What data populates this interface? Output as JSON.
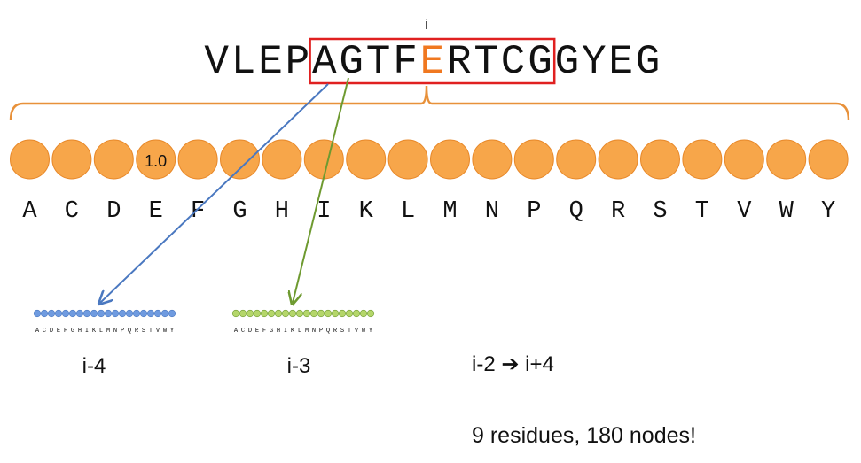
{
  "position_marker": "i",
  "sequence": "VLEPAGTFERTCGGYEG",
  "highlight_char_index": 8,
  "window_start_index": 4,
  "window_end_index": 12,
  "node_value_label": "1.0",
  "node_value_index": 3,
  "amino_acids": [
    "A",
    "C",
    "D",
    "E",
    "F",
    "G",
    "H",
    "I",
    "K",
    "L",
    "M",
    "N",
    "P",
    "Q",
    "R",
    "S",
    "T",
    "V",
    "W",
    "Y"
  ],
  "small_encodings": [
    {
      "label": "i-4",
      "letters": "ACDEFGHIKLMNPQRSTVWY",
      "color": "#6f9be0",
      "arrow_color": "#4a78c0"
    },
    {
      "label": "i-3",
      "letters": "ACDEFGHIKLMNPQRSTVWY",
      "color": "#b4d66a",
      "arrow_color": "#6e9a30"
    }
  ],
  "range_label": "i-2 ➔ i+4",
  "summary": "9 residues, 180 nodes!",
  "colors": {
    "node_fill": "#f7a64a",
    "node_stroke": "#e8892a",
    "bracket": "#e8913a",
    "window_box": "#e02020",
    "highlight_text": "#f07820",
    "text": "#111111"
  }
}
